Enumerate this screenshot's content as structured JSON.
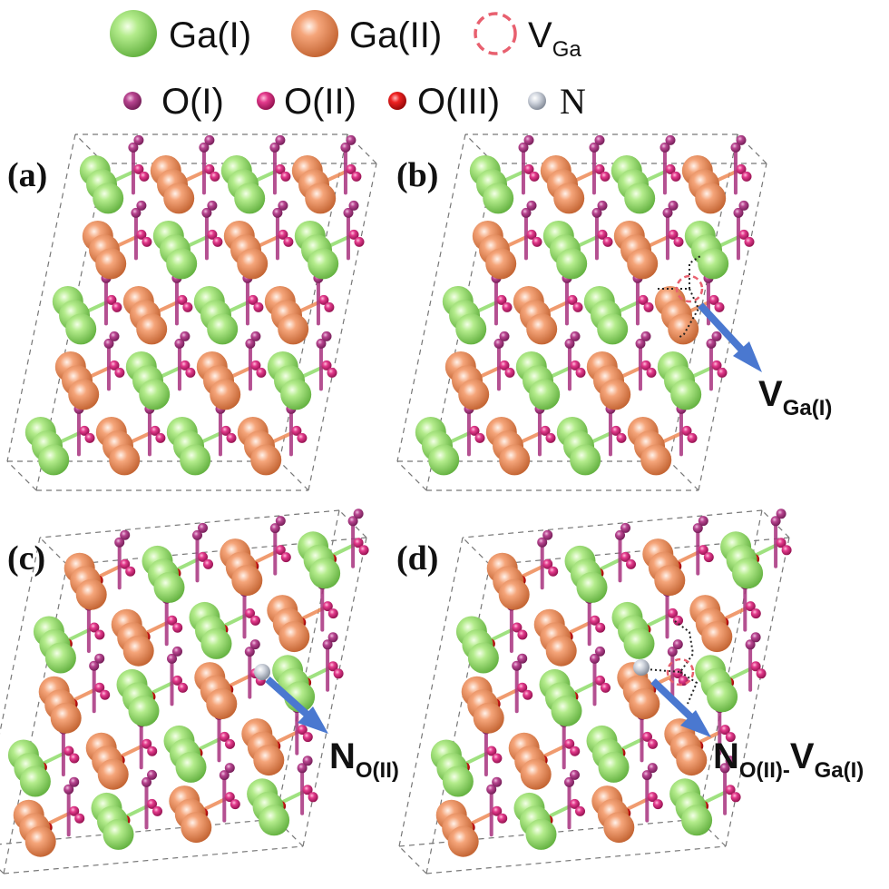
{
  "legend": {
    "ga1": "Ga(I)",
    "ga2": "Ga(II)",
    "vga_main": "V",
    "vga_sub": "Ga",
    "o1": "O(I)",
    "o2": "O(II)",
    "o3": "O(III)",
    "n": "N"
  },
  "panels": [
    {
      "label": "(a)"
    },
    {
      "label": "(b)",
      "defect_main": "V",
      "defect_sub": "Ga(I)"
    },
    {
      "label": "(c)",
      "defect_main": "N",
      "defect_sub": "O(II)"
    },
    {
      "label": "(d)",
      "defect_main": "N",
      "defect_sub": "O(II)-",
      "defect_main2": "V",
      "defect_sub2": "Ga(I)"
    }
  ],
  "colors": {
    "ga1": "#8fdc6a",
    "ga2": "#ee8a56",
    "o1": "#a8327e",
    "o2": "#d81f7c",
    "o3": "#e01414",
    "n": "#c2c8d2",
    "vacancy": "#e8606f",
    "arrow": "#4a78d0",
    "cell": "#777777"
  },
  "icons": [
    "gallium-I-atom-icon",
    "gallium-II-atom-icon",
    "vacancy-icon",
    "oxygen-I-atom-icon",
    "oxygen-II-atom-icon",
    "oxygen-III-atom-icon",
    "nitrogen-atom-icon",
    "arrow-icon"
  ]
}
